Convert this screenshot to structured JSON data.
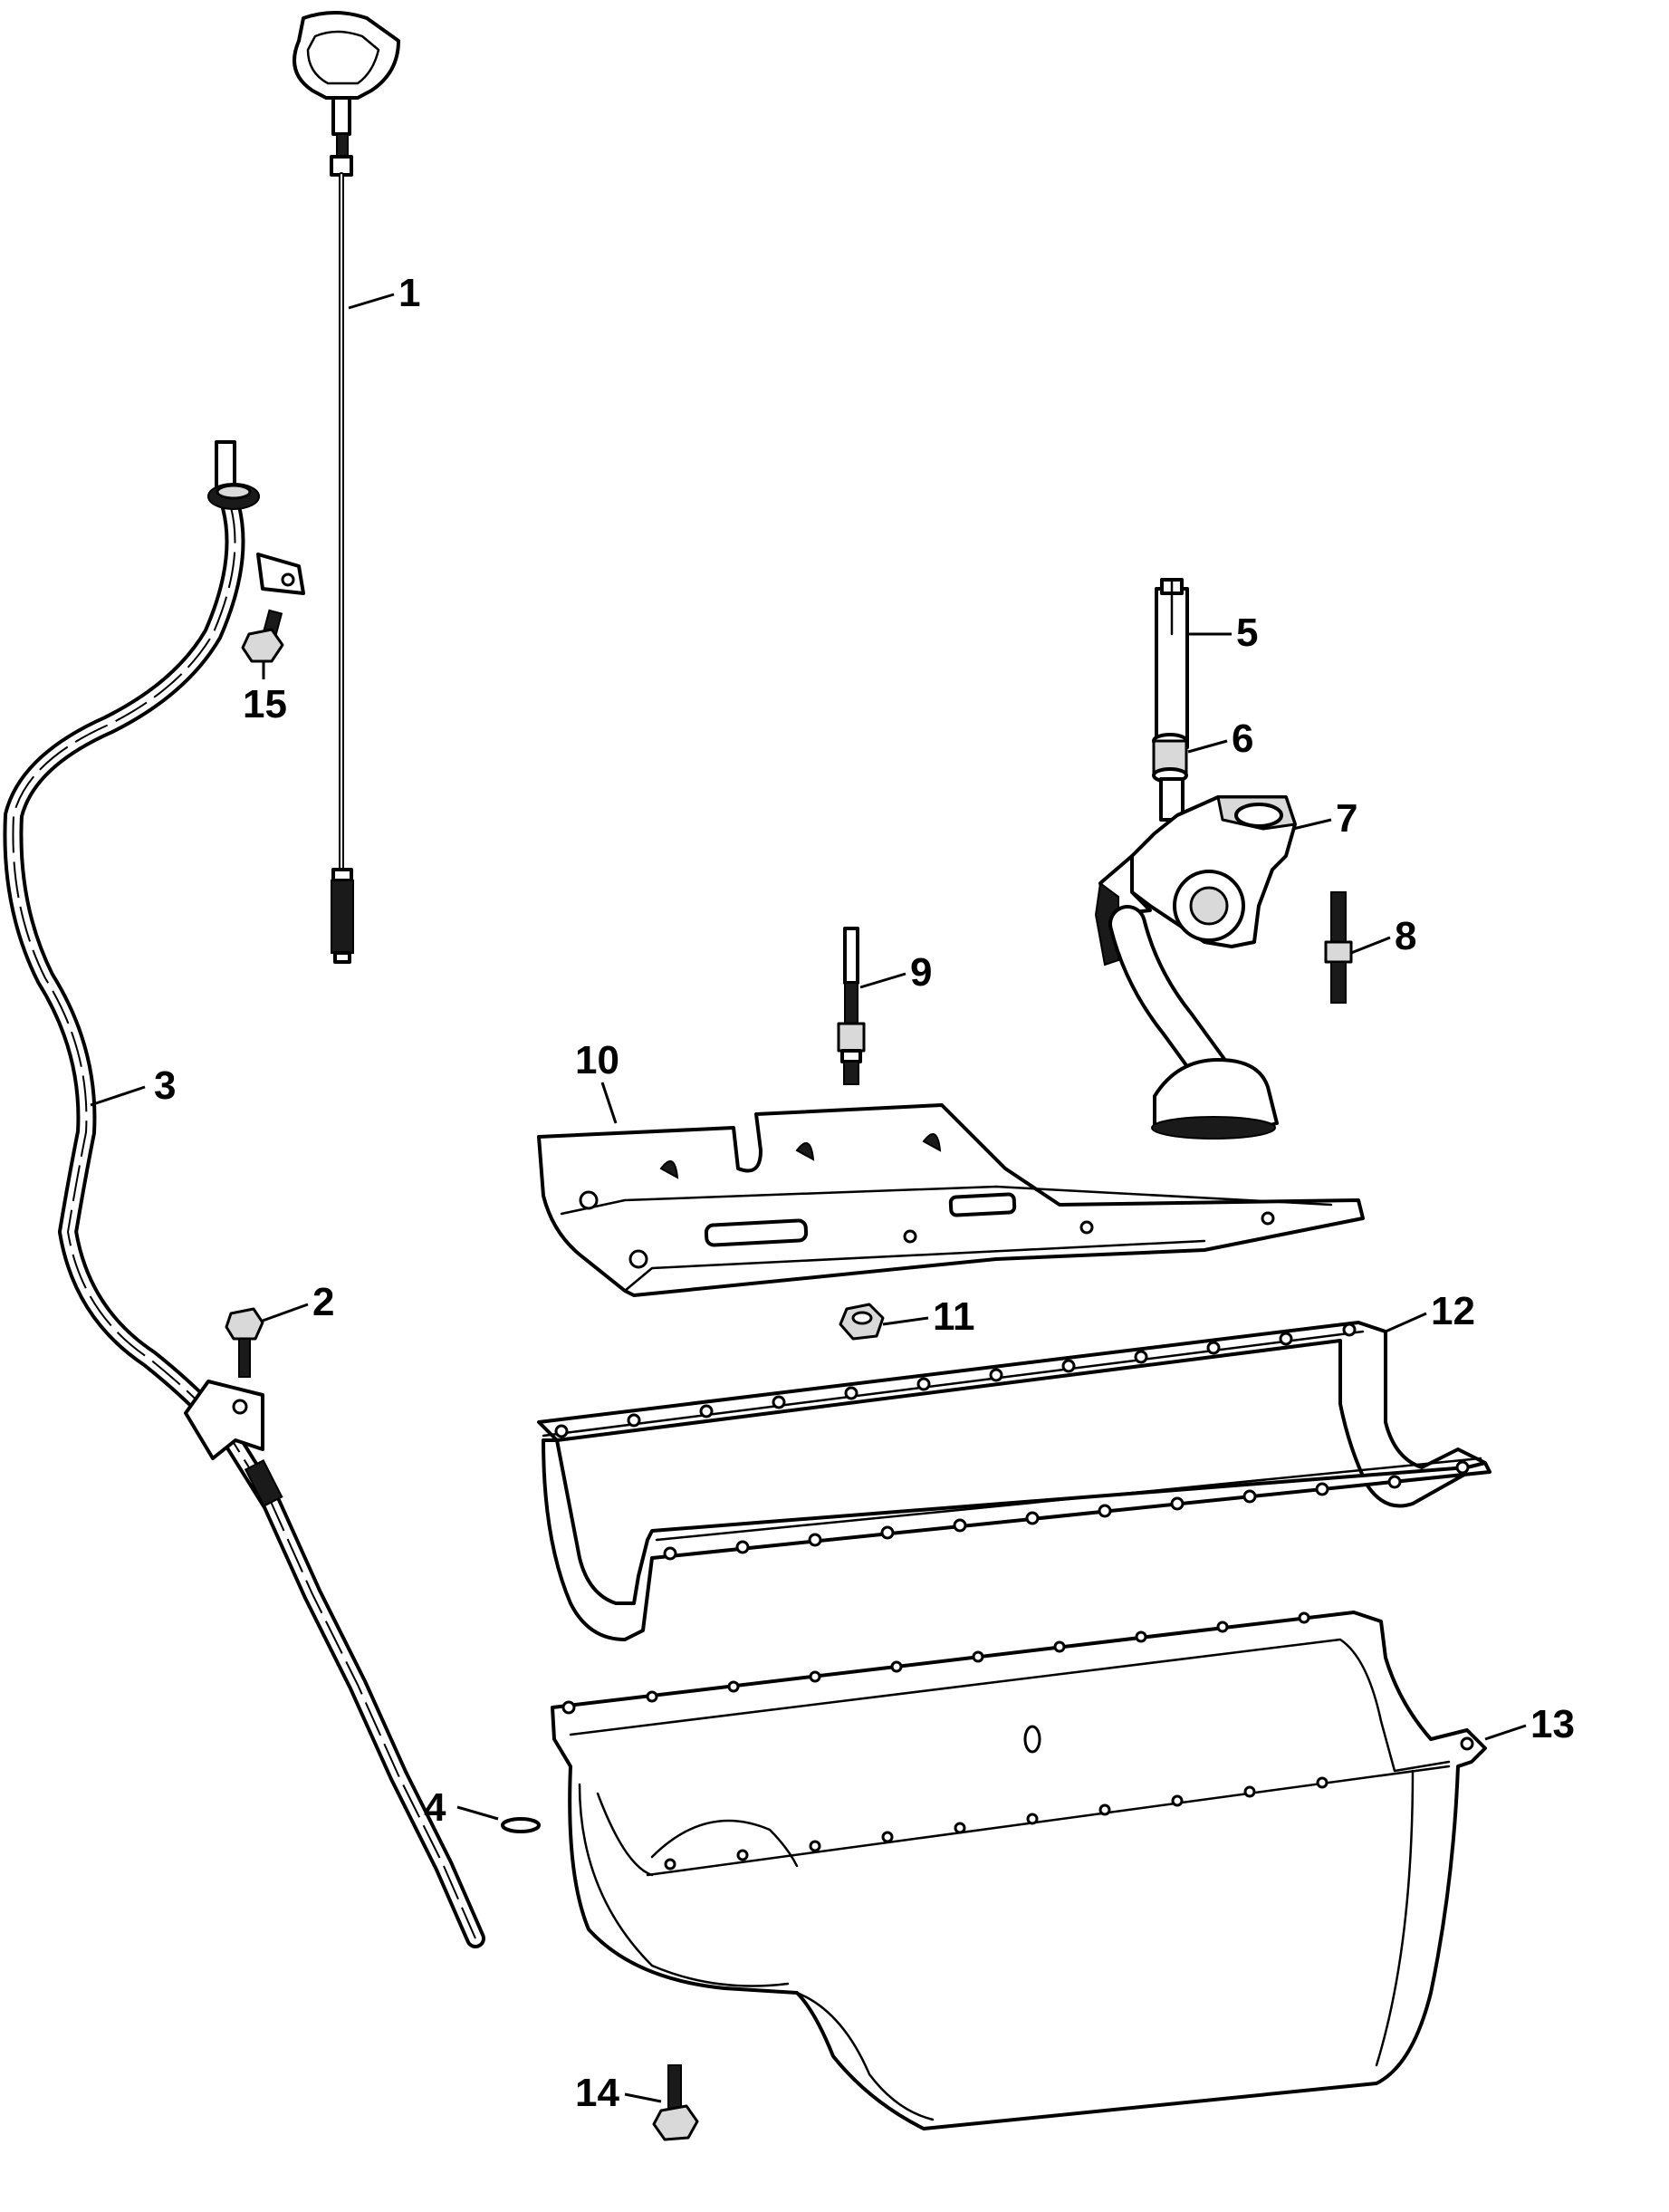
{
  "callouts": [
    {
      "id": "1",
      "label": "1"
    },
    {
      "id": "2",
      "label": "2"
    },
    {
      "id": "3",
      "label": "3"
    },
    {
      "id": "4",
      "label": "4"
    },
    {
      "id": "5",
      "label": "5"
    },
    {
      "id": "6",
      "label": "6"
    },
    {
      "id": "7",
      "label": "7"
    },
    {
      "id": "8",
      "label": "8"
    },
    {
      "id": "9",
      "label": "9"
    },
    {
      "id": "10",
      "label": "10"
    },
    {
      "id": "11",
      "label": "11"
    },
    {
      "id": "12",
      "label": "12"
    },
    {
      "id": "13",
      "label": "13"
    },
    {
      "id": "14",
      "label": "14"
    },
    {
      "id": "15",
      "label": "15"
    }
  ],
  "colors": {
    "line": "#000000",
    "background": "#ffffff",
    "shade": "#d9d9d9"
  }
}
